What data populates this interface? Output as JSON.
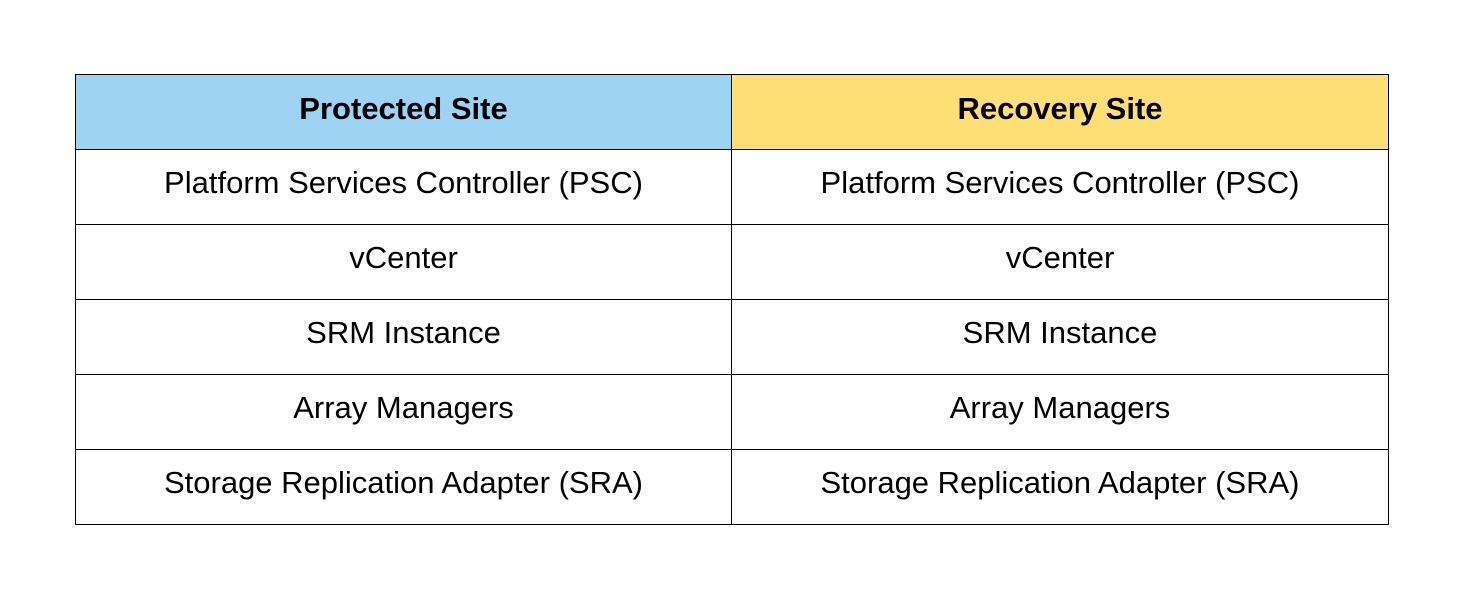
{
  "colors": {
    "protected_header_bg": "#9dd3f3",
    "recovery_header_bg": "#ffde75",
    "border": "#000000",
    "text": "#000000"
  },
  "table": {
    "headers": [
      "Protected Site",
      "Recovery Site"
    ],
    "rows": [
      [
        "Platform Services Controller (PSC)",
        "Platform Services Controller (PSC)"
      ],
      [
        "vCenter",
        "vCenter"
      ],
      [
        "SRM Instance",
        "SRM Instance"
      ],
      [
        "Array Managers",
        "Array Managers"
      ],
      [
        "Storage Replication Adapter (SRA)",
        "Storage Replication Adapter (SRA)"
      ]
    ]
  }
}
